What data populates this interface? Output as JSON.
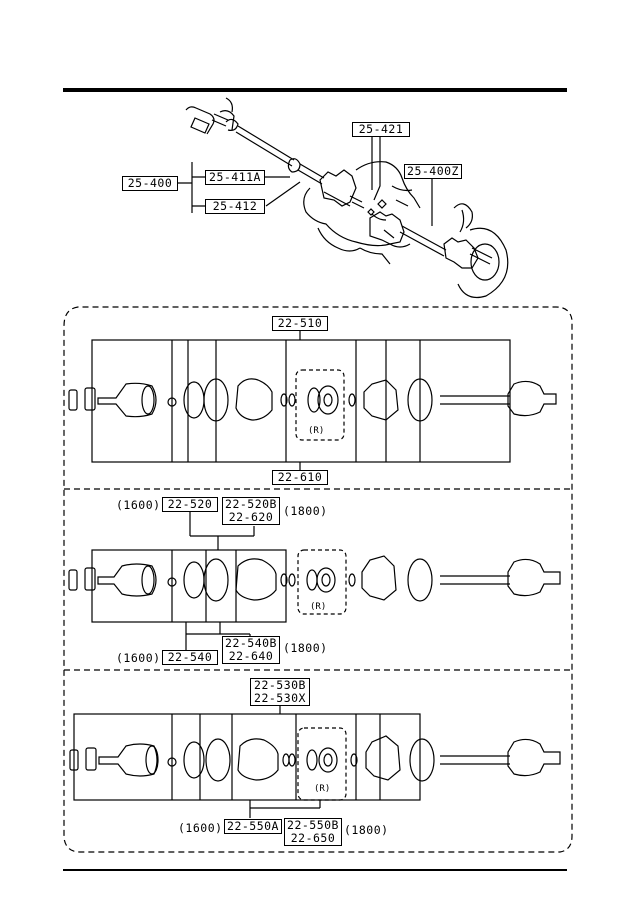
{
  "top_callouts": {
    "assembly": "25-400",
    "part_a": "25-411A",
    "part_b": "25-412",
    "part_c": "25-421",
    "part_d": "25-400Z"
  },
  "section1": {
    "top_code": "22-510",
    "bottom_code": "22-610",
    "rotor_label": "(R)"
  },
  "section2": {
    "top_left_note": "(1600)",
    "top_left_code": "22-520",
    "top_right_code_1": "22-520B",
    "top_right_code_2": "22-620",
    "top_right_note": "(1800)",
    "bottom_left_note": "(1600)",
    "bottom_left_code": "22-540",
    "bottom_right_code_1": "22-540B",
    "bottom_right_code_2": "22-640",
    "bottom_right_note": "(1800)",
    "rotor_label": "(R)"
  },
  "section3": {
    "top_code_1": "22-530B",
    "top_code_2": "22-530X",
    "bottom_left_note": "(1600)",
    "bottom_left_code": "22-550A",
    "bottom_right_code_1": "22-550B",
    "bottom_right_code_2": "22-650",
    "bottom_right_note": "(1800)",
    "rotor_label": "(R)"
  }
}
